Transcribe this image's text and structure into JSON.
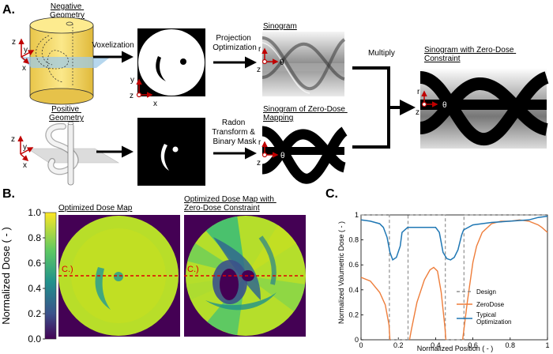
{
  "panel_a": {
    "letter": "A.",
    "negative_geometry": "Negative\nGeometry",
    "positive_geometry": "Positive\nGeometry",
    "voxelization": "Voxelization",
    "projection_optimization": "Projection\nOptimization",
    "radon_transform": "Radon\nTransform &\nBinary Mask",
    "sinogram": "Sinogram",
    "sinogram_zero_dose": "Sinogram of Zero-Dose\nMapping",
    "multiply": "Multiply",
    "sinogram_with_constraint": "Sinogram with Zero-Dose\nConstraint",
    "axis": {
      "x": "x",
      "y": "y",
      "z": "z",
      "r": "r",
      "theta": "θ"
    }
  },
  "panel_b": {
    "letter": "B.",
    "colorbar_label": "Normalized Dose ( - )",
    "colorbar_ticks": [
      "1.0",
      "0.8",
      "0.6",
      "0.4",
      "0.2",
      "0.0"
    ],
    "left_title": "Optimized Dose Map",
    "right_title": "Optimized Dose Map with\nZero-Dose Constraint",
    "cut_label": "C.)"
  },
  "panel_c": {
    "letter": "C.",
    "legend": [
      "Design",
      "ZeroDose",
      "Typical\nOptimization"
    ],
    "colors": {
      "design": "#909090",
      "zerodose": "#ee7d3a",
      "typical": "#1f77b4"
    }
  },
  "chart_data": {
    "type": "line",
    "xlabel": "Normalized  Position ( - )",
    "ylabel": "Normalized Volumetric Dose ( - )",
    "xlim": [
      0,
      1
    ],
    "ylim": [
      0,
      1
    ],
    "xticks": [
      "0",
      "0.2",
      "0.4",
      "0.6",
      "0.8",
      "1"
    ],
    "yticks": [
      "0",
      "0.2",
      "0.4",
      "0.6",
      "0.8",
      "1"
    ],
    "series": [
      {
        "name": "Design",
        "x": [
          0,
          0.152,
          0.152,
          0.252,
          0.252,
          0.452,
          0.452,
          0.552,
          0.552,
          1
        ],
        "y": [
          1,
          1,
          0,
          0,
          1,
          1,
          0,
          0,
          1,
          1
        ]
      },
      {
        "name": "ZeroDose",
        "x": [
          0,
          0.05,
          0.1,
          0.13,
          0.15,
          0.155,
          0.26,
          0.27,
          0.3,
          0.34,
          0.37,
          0.39,
          0.41,
          0.43,
          0.45,
          0.455,
          0.545,
          0.55,
          0.57,
          0.6,
          0.62,
          0.65,
          0.7,
          0.75,
          0.8,
          0.85,
          0.9,
          0.95,
          0.97,
          1
        ],
        "y": [
          0.5,
          0.47,
          0.38,
          0.28,
          0.12,
          0,
          0,
          0.08,
          0.3,
          0.48,
          0.56,
          0.58,
          0.55,
          0.38,
          0.1,
          0,
          0,
          0.06,
          0.3,
          0.62,
          0.75,
          0.86,
          0.93,
          0.95,
          0.95,
          0.96,
          0.95,
          0.92,
          0.9,
          0.86
        ]
      },
      {
        "name": "Typical\nOptimization",
        "x": [
          0,
          0.05,
          0.1,
          0.12,
          0.14,
          0.155,
          0.17,
          0.19,
          0.21,
          0.22,
          0.25,
          0.3,
          0.35,
          0.4,
          0.42,
          0.43,
          0.44,
          0.46,
          0.48,
          0.5,
          0.52,
          0.54,
          0.55,
          0.6,
          0.7,
          0.8,
          0.9,
          0.95,
          1
        ],
        "y": [
          0.96,
          0.95,
          0.93,
          0.9,
          0.82,
          0.7,
          0.64,
          0.66,
          0.75,
          0.86,
          0.9,
          0.9,
          0.9,
          0.9,
          0.86,
          0.78,
          0.7,
          0.65,
          0.64,
          0.66,
          0.72,
          0.84,
          0.88,
          0.92,
          0.94,
          0.95,
          0.96,
          0.98,
          0.99
        ]
      }
    ]
  }
}
